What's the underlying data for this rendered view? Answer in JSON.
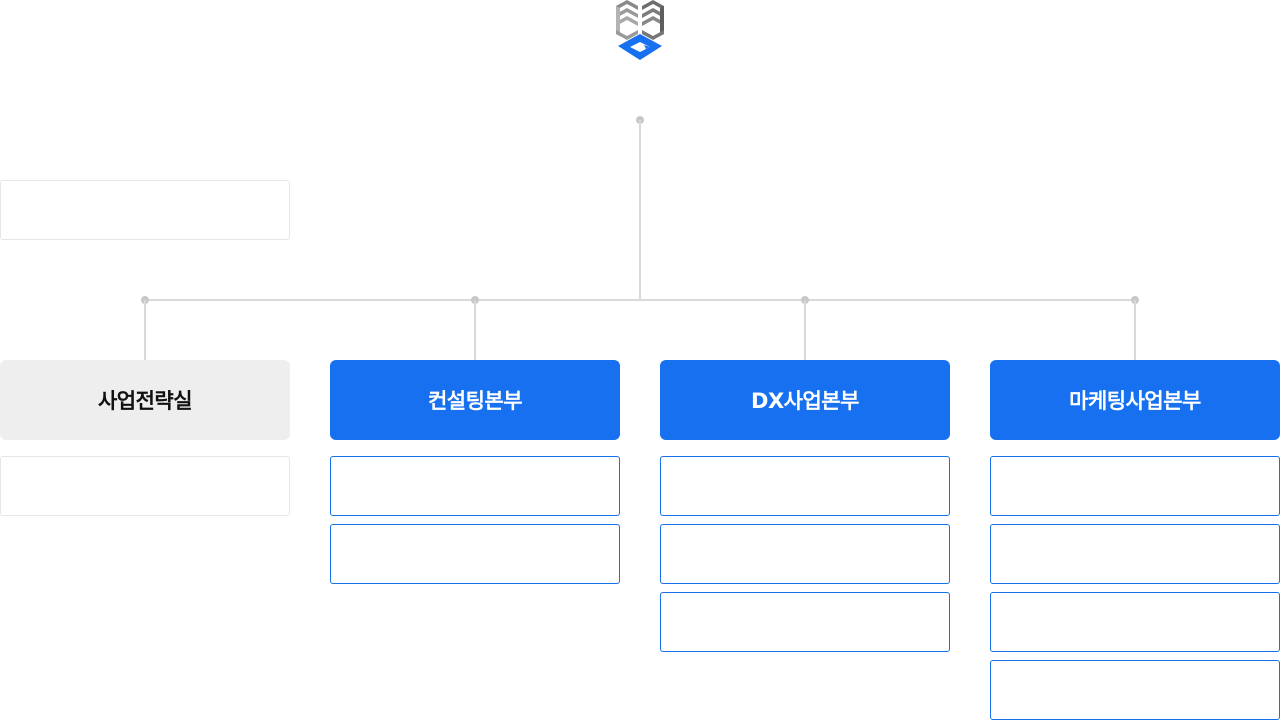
{
  "colors": {
    "accent": "#1670ef",
    "line": "#d9d9d9",
    "dot": "#c8c8c8",
    "gray_box": "#eeeeee"
  },
  "logo": {
    "icon": "company-logo-icon"
  },
  "departments": [
    {
      "label": "사업전략실",
      "style": "gray",
      "sub_count": 1
    },
    {
      "label": "컨설팅본부",
      "style": "blue",
      "sub_count": 2
    },
    {
      "label": "DX사업본부",
      "style": "blue",
      "sub_count": 3
    },
    {
      "label": "마케팅사업본부",
      "style": "blue",
      "sub_count": 4
    }
  ],
  "staff_box": {
    "label": ""
  }
}
